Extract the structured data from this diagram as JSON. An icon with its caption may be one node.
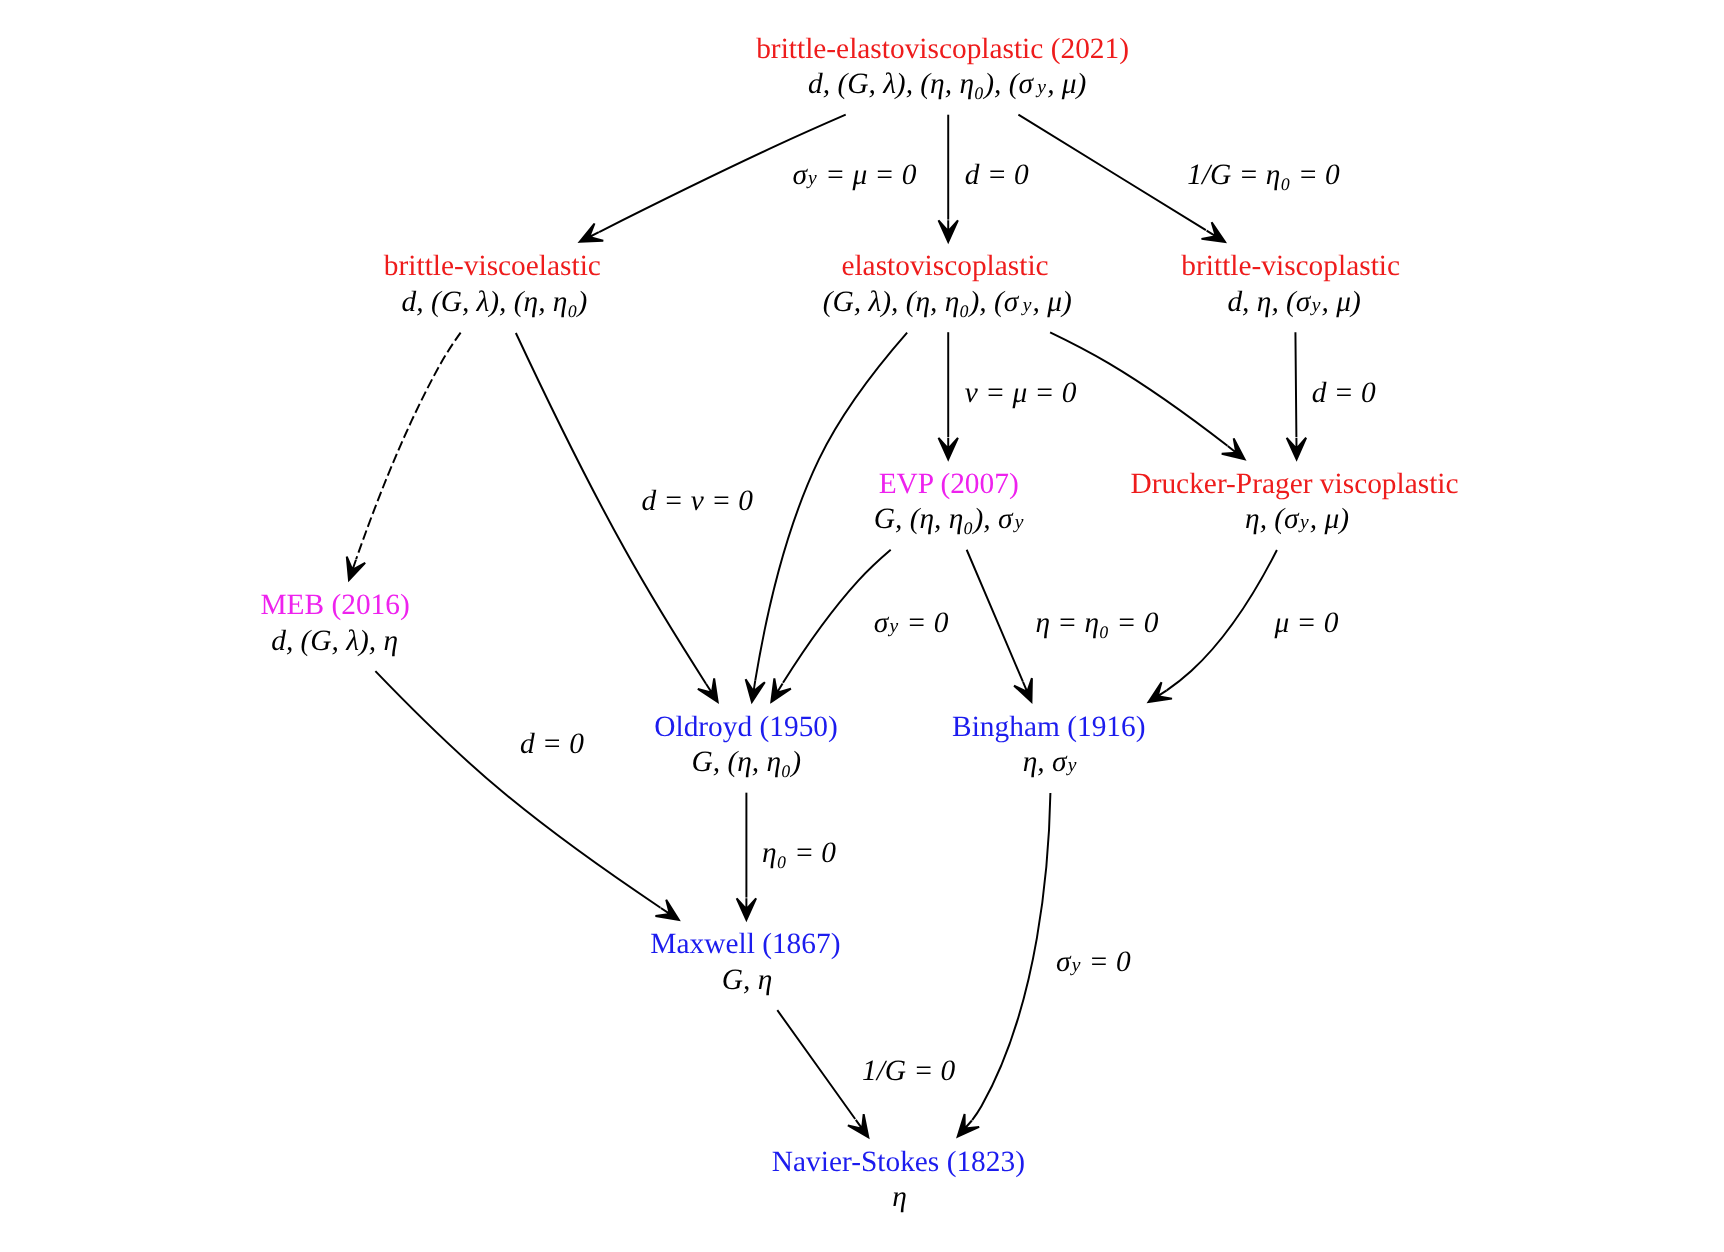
{
  "diagram": {
    "nodes": [
      {
        "text": [
          "brittle-elastoviscoplastic (2021)",
          "d, (G, λ), (η, η₀), (σ$_{y}$, μ)"
        ]
      },
      {
        "text": [
          "brittle-viscoelastic",
          "d, (G, λ), (η, η₀)"
        ]
      },
      {
        "text": [
          "elastoviscoplastic",
          "(G, λ), (η, η₀), (σ$_{y}$, μ)"
        ]
      },
      {
        "text": [
          "brittle-viscoplastic",
          "d, η, (σ$_{y}$, μ)"
        ]
      },
      {
        "text": [
          "MEB (2016)",
          "d, (G, λ), η"
        ]
      },
      {
        "text": [
          "EVP (2007)",
          "G, (η, η₀), σ$_{y}$"
        ]
      },
      {
        "text": [
          "Drucker-Prager viscoplastic",
          "η, (σ$_{y}$, μ)"
        ]
      },
      {
        "text": [
          "Oldroyd (1950)",
          "G, (η, η₀)"
        ]
      },
      {
        "text": [
          "Bingham (1916)",
          "η, σ$_{y}$"
        ]
      },
      {
        "text": [
          "Maxwell (1867)",
          "G, η"
        ]
      },
      {
        "text": [
          "Navier-Stokes (1823)",
          "η"
        ]
      }
    ],
    "edges": [
      {
        "from": 0,
        "to": 1,
        "arrow": "to",
        "label": "σ$_{y}$ = μ = 0"
      },
      {
        "from": 0,
        "to": 2,
        "arrow": "to",
        "label": "d = 0"
      },
      {
        "from": 0,
        "to": 3,
        "arrow": "to",
        "label": "1/G = η₀ = 0"
      },
      {
        "from": 1,
        "to": 4,
        "arrow": "to",
        "style": "dashed"
      },
      {
        "from": 1,
        "to": 7,
        "arrow": "to",
        "label": "d = ν = 0"
      },
      {
        "from": 2,
        "to": 7,
        "arrow": "to"
      },
      {
        "from": 2,
        "to": 5,
        "arrow": "to",
        "label": "ν = μ = 0"
      },
      {
        "from": 2,
        "to": 6,
        "arrow": "to"
      },
      {
        "from": 3,
        "to": 6,
        "arrow": "to",
        "label": "d = 0"
      },
      {
        "from": 4,
        "to": 9,
        "arrow": "to",
        "label": "d = 0"
      },
      {
        "from": 5,
        "to": 7,
        "arrow": "to",
        "label": "σ$_{y}$ = 0"
      },
      {
        "from": 5,
        "to": 8,
        "arrow": "to",
        "label": "η = η₀ = 0"
      },
      {
        "from": 6,
        "to": 8,
        "arrow": "to",
        "label": "μ = 0"
      },
      {
        "from": 7,
        "to": 9,
        "arrow": "to",
        "label": "η₀ = 0"
      },
      {
        "from": 9,
        "to": 10,
        "arrow": "to",
        "label": "1/G = 0"
      },
      {
        "from": 8,
        "to": 10,
        "arrow": "to",
        "label": "σ$_{y}$ = 0"
      }
    ]
  }
}
